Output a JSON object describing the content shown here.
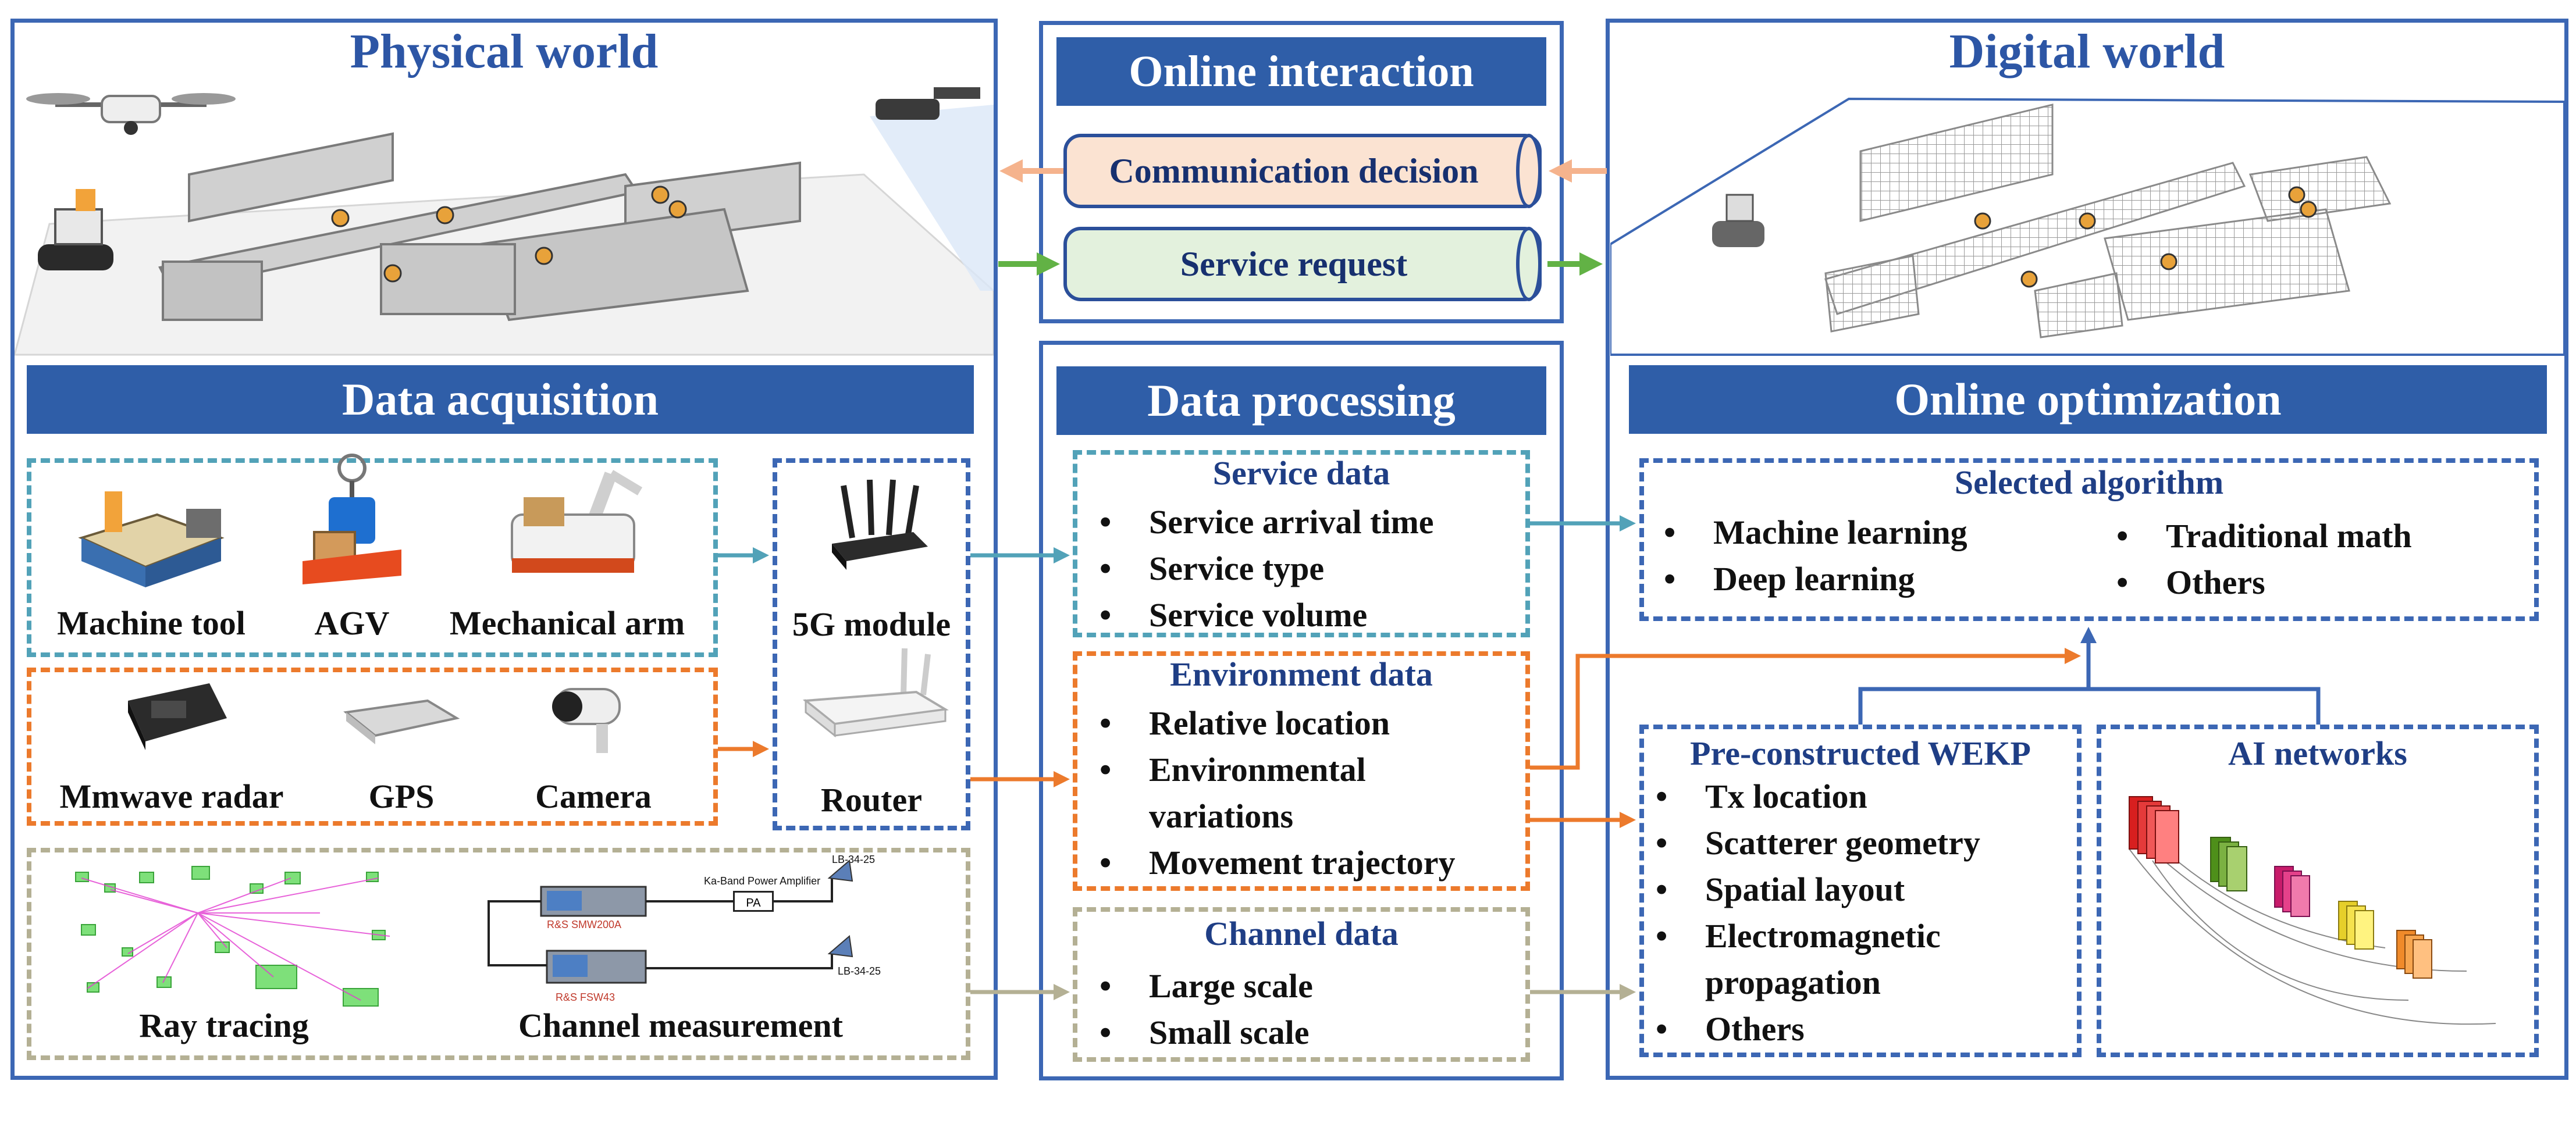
{
  "physical": {
    "title": "Physical world",
    "acquisition_title": "Data acquisition",
    "devices_row1": [
      "Machine tool",
      "AGV",
      "Mechanical arm"
    ],
    "devices_row2": [
      "Mmwave radar",
      "GPS",
      "Camera"
    ],
    "network": [
      "5G module",
      "Router"
    ],
    "channel_tools": [
      "Ray tracing",
      "Channel measurement"
    ],
    "instruments": {
      "amp": "Ka-Band Power Amplifier",
      "pa": "PA",
      "generator": "R&S SMW200A",
      "analyzer": "R&S FSW43",
      "antenna_tx": "LB-34-25",
      "antenna_rx": "LB-34-25"
    }
  },
  "online": {
    "title": "Online interaction",
    "communication": "Communication decision",
    "service": "Service request"
  },
  "processing": {
    "title": "Data processing",
    "service_title": "Service data",
    "service_items": [
      "Service arrival time",
      "Service type",
      "Service volume"
    ],
    "env_title": "Environment data",
    "env_items": [
      "Relative location",
      "Environmental variations",
      "Movement trajectory"
    ],
    "channel_title": "Channel data",
    "channel_items": [
      "Large scale",
      "Small scale"
    ]
  },
  "digital": {
    "title": "Digital world",
    "optimization_title": "Online optimization",
    "algo_title": "Selected algorithm",
    "algo_left": [
      "Machine learning",
      "Deep learning"
    ],
    "algo_right": [
      "Traditional math",
      "Others"
    ],
    "wekp_title": "Pre-constructed WEKP",
    "wekp_items": [
      "Tx location",
      "Scatterer geometry",
      "Spatial layout",
      "Electromagnetic propagation",
      "Others"
    ],
    "ai_title": "AI networks"
  },
  "colors": {
    "frame_blue": "#3c67b4",
    "title_bar": "#2f5ea8",
    "teal": "#52a2b8",
    "orange": "#ec7a2c",
    "gray": "#b4b094",
    "green": "#62b245",
    "peach": "#f5b38d",
    "pipe_pink": "#fbe3d2",
    "pipe_green": "#e3f1dd"
  },
  "icons": [
    "drone-icon",
    "robot-icon",
    "camera-icon",
    "factory-line-icon",
    "machine-tool-icon",
    "agv-icon",
    "mechanical-arm-icon",
    "router-5g-icon",
    "router-icon",
    "radar-icon",
    "gps-icon",
    "security-camera-icon",
    "ray-tracing-plot-icon",
    "antenna-icon",
    "neural-network-icon"
  ]
}
